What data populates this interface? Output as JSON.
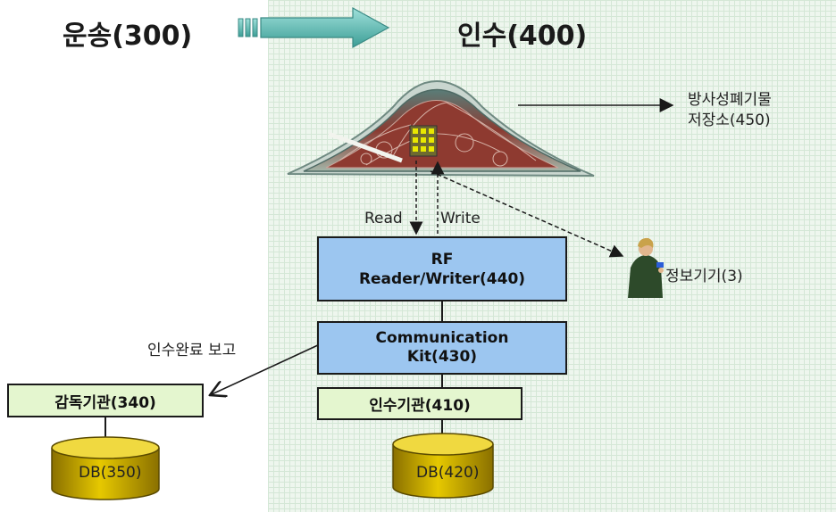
{
  "header": {
    "transport_label": "운송(300)",
    "takeover_label": "인수(400)"
  },
  "labels": {
    "storage_line1": "방사성폐기물",
    "storage_line2": "저장소(450)",
    "read": "Read",
    "write": "Write",
    "info_device": "정보기기(3)",
    "report": "인수완료 보고"
  },
  "boxes": {
    "rf_line1": "RF",
    "rf_line2": "Reader/Writer(440)",
    "comm_line1": "Communication",
    "comm_line2": "Kit(430)",
    "takeover_org": "인수기관(410)",
    "supervisor_org": "감독기관(340)"
  },
  "databases": {
    "db_supervisor": "DB(350)",
    "db_takeover": "DB(420)"
  },
  "colors": {
    "box_blue": "#9cc6f0",
    "box_green": "#e4f6cf",
    "db_gold": "#c8a800",
    "arrow_teal": "#5fb8b0"
  },
  "icons": {
    "storage": "waste-storage-mound-icon",
    "person": "person-with-device-icon",
    "arrow": "transport-arrow-icon"
  }
}
